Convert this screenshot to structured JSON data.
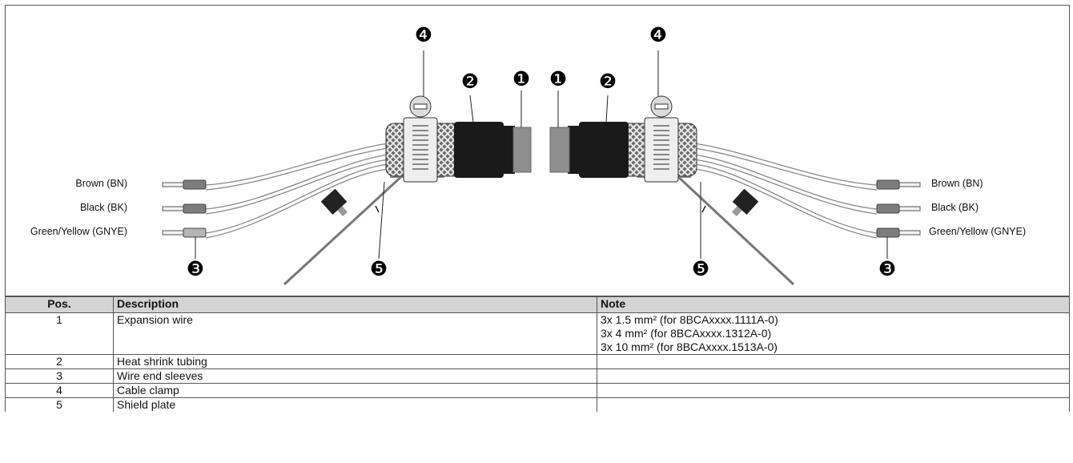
{
  "figure": {
    "callouts": {
      "one": "❶",
      "two": "❷",
      "three": "❸",
      "four": "❹",
      "five": "❺"
    },
    "left_wires": [
      "Brown (BN)",
      "Black (BK)",
      "Green/Yellow (GNYE)"
    ],
    "right_wires": [
      "Brown (BN)",
      "Black (BK)",
      "Green/Yellow (GNYE)"
    ]
  },
  "table": {
    "headers": {
      "pos": "Pos.",
      "description": "Description",
      "note": "Note"
    },
    "rows": [
      {
        "pos": "1",
        "description": "Expansion wire",
        "note": [
          "3x 1.5 mm² (for 8BCAxxxx.1111A-0)",
          "3x 4 mm² (for 8BCAxxxx.1312A-0)",
          "3x 10 mm² (for 8BCAxxxx.1513A-0)"
        ]
      },
      {
        "pos": "2",
        "description": "Heat shrink tubing",
        "note": []
      },
      {
        "pos": "3",
        "description": "Wire end sleeves",
        "note": []
      },
      {
        "pos": "4",
        "description": "Cable clamp",
        "note": []
      },
      {
        "pos": "5",
        "description": "Shield plate",
        "note": []
      }
    ]
  }
}
